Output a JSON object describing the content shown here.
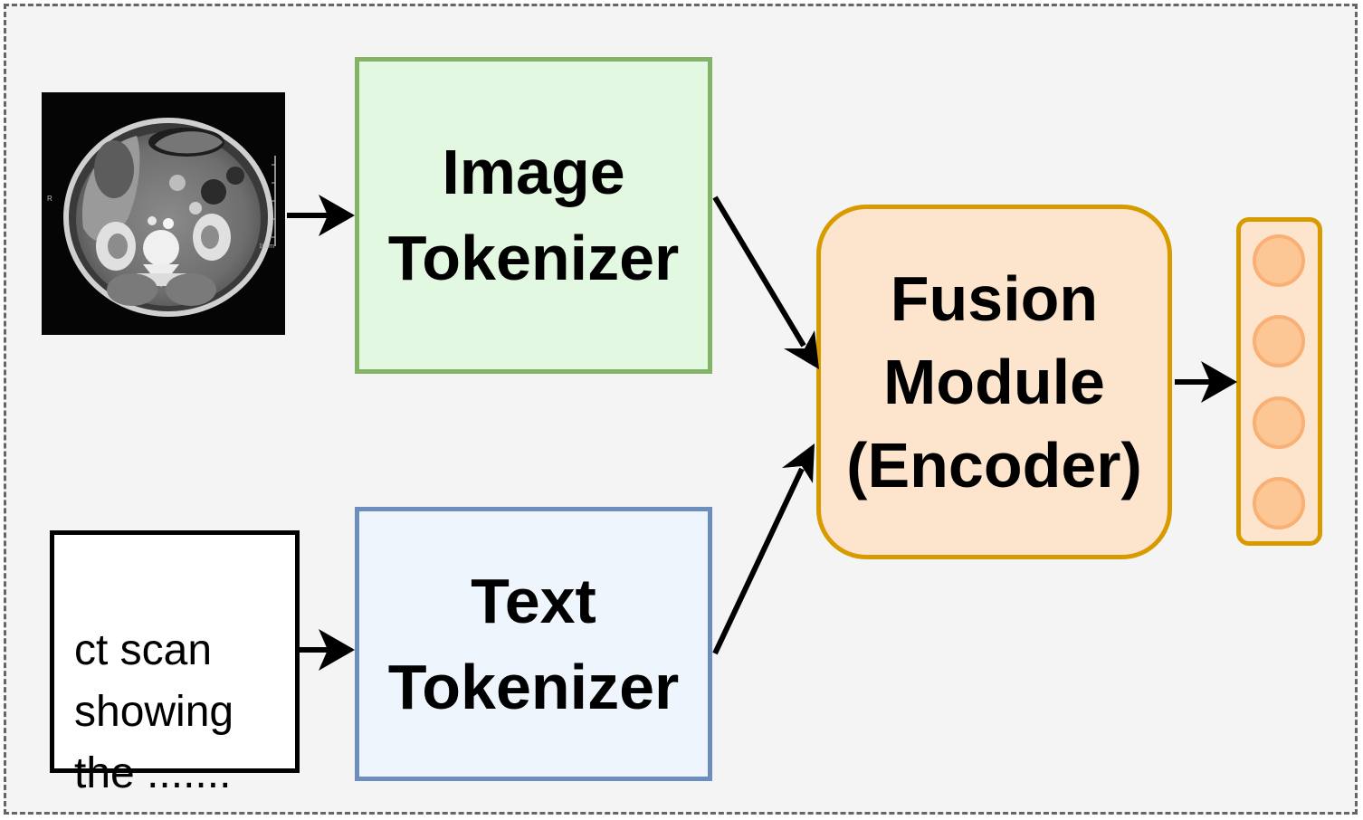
{
  "diagram": {
    "image_tokenizer": {
      "label": "Image\nTokenizer"
    },
    "text_tokenizer": {
      "label": "Text\nTokenizer"
    },
    "fusion_module": {
      "label": "Fusion\nModule\n(Encoder)"
    },
    "input_caption": {
      "text": "ct scan\nshowing\nthe ......."
    },
    "ct_image": {
      "side_marker": "R",
      "scale_marker": "10cm"
    },
    "output_embedding": {
      "token_count": 4
    },
    "colors": {
      "background": "#f4f4f4",
      "frame_border": "#666666",
      "image_tokenizer_fill": "#e3f8e0",
      "image_tokenizer_border": "#82b366",
      "text_tokenizer_fill": "#eef5fd",
      "text_tokenizer_border": "#6c8ebf",
      "fusion_fill": "#fde5cd",
      "fusion_border": "#d79b00",
      "token_fill": "#fdc695",
      "token_border": "#f8b075",
      "arrow": "#000000"
    }
  }
}
